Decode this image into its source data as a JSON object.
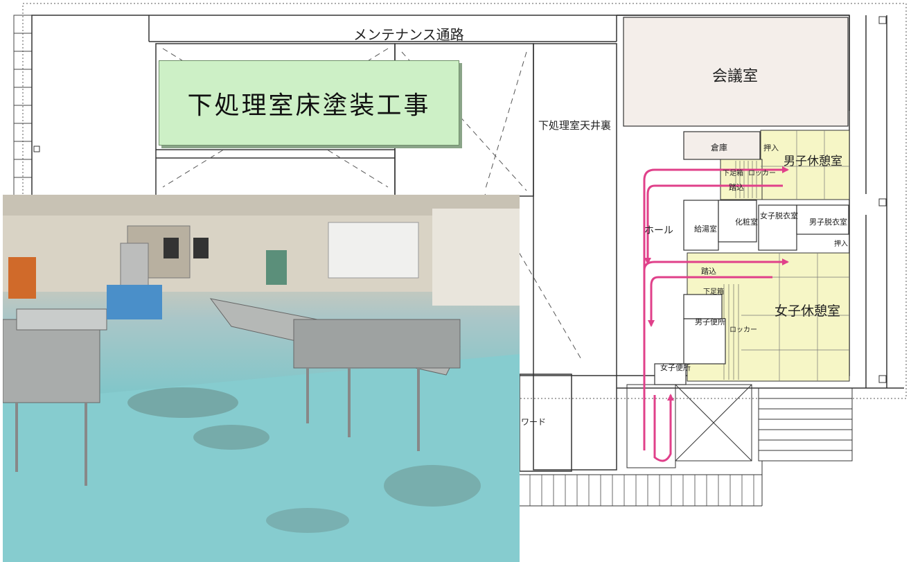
{
  "title_box": {
    "text": "下処理室床塗装工事"
  },
  "rooms": {
    "maintenance": "メンテナンス通路",
    "conference": "会議室",
    "ceiling": "下処理室天井裏",
    "storage": "倉庫",
    "closet_top": "押入",
    "mens_rest": "男子休憩室",
    "shoe_box_top": "下足箱",
    "locker_top": "ロッカー",
    "step_top": "踏込",
    "hall": "ホール",
    "kitchenette": "給湯室",
    "powder_room": "化粧室",
    "womens_changing": "女子脱衣室",
    "mens_changing": "男子脱衣室",
    "closet_mid": "押入",
    "step_mid": "踏込",
    "shoe_box_mid": "下足箱",
    "womens_rest": "女子休憩室",
    "mens_toilet": "男子便所",
    "locker_mid": "ロッカー",
    "womens_toilet": "女子便所",
    "partial_label": "ワード"
  },
  "colors": {
    "arrow": "#e0408a",
    "tatami": "#f6f6c6",
    "conference_fill": "#f4eeea",
    "floor_teal": "#7fc6c9",
    "title_box_fill": "#cdf0c6"
  }
}
